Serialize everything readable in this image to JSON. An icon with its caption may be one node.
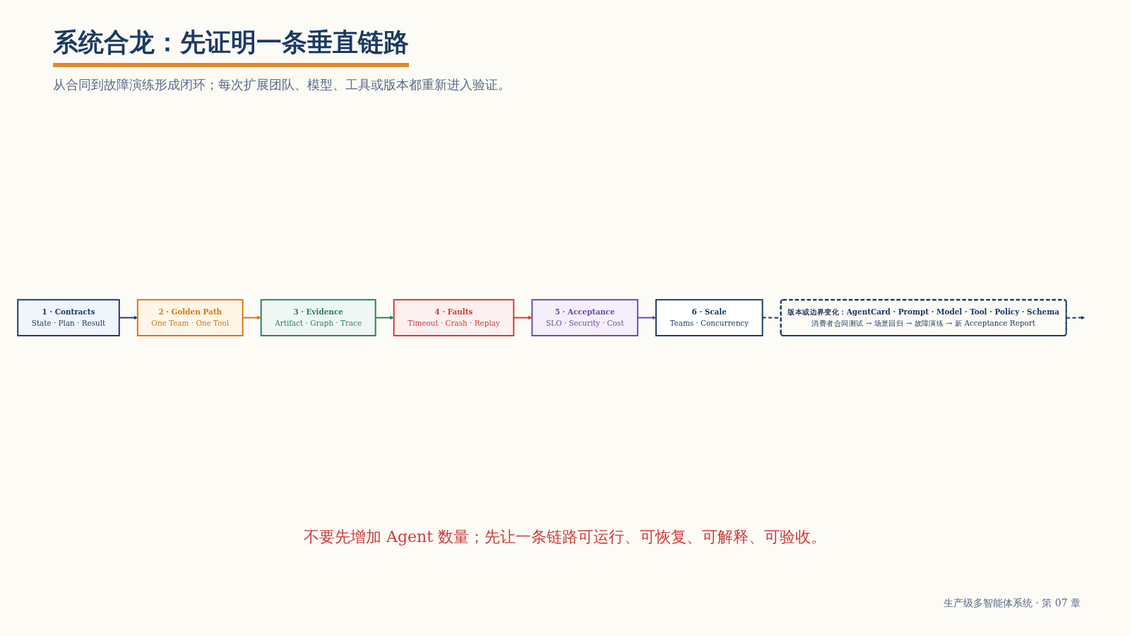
{
  "diagram": {
    "title": "系统合龙：先证明一条垂直链路",
    "caption": "不要先增加 Agent 数量；先让一条链路可运行、可恢复、可解释、可验收。",
    "nodes": [
      {
        "text": [
          "1 · Contracts",
          "State · Plan · Result"
        ]
      },
      {
        "text": [
          "2 · Golden Path",
          "One Team · One Tool"
        ]
      },
      {
        "text": [
          "3 · Evidence",
          "Artifact · Graph · Trace"
        ]
      },
      {
        "text": [
          "4 · Faults",
          "Timeout · Crash · Replay"
        ]
      },
      {
        "text": [
          "5 · Acceptance",
          "SLO · Security · Cost"
        ]
      },
      {
        "text": [
          "6 · Scale",
          "Teams · Concurrency"
        ]
      },
      {
        "text": [
          "版本或边界变化：AgentCard · Prompt · Model · Tool · Policy · Schema",
          "消费者合同测试 → 场景回归 → 故障演练 → 新 Acceptance Report"
        ]
      }
    ],
    "edges": [
      {
        "from": 0,
        "to": 1,
        "arrow": "to"
      },
      {
        "from": 1,
        "to": 2,
        "arrow": "to",
        "color": "#d9770f"
      },
      {
        "from": 2,
        "to": 3,
        "arrow": "to",
        "color": "#2e7d68"
      },
      {
        "from": 3,
        "to": 4,
        "arrow": "to",
        "color": "#cc3b3b"
      },
      {
        "from": 4,
        "to": 5,
        "arrow": "to",
        "color": "#6b4aa8"
      },
      {
        "from": 5,
        "to": 6,
        "arrow": "none",
        "style": "dashed"
      },
      {
        "from": 6,
        "to": null,
        "arrow": "to",
        "style": "dashed"
      }
    ],
    "labels": [
      "从合同到故障演练形成闭环；每次扩展团队、模型、工具或版本都重新进入验证。",
      "生产级多智能体系统 · 第 07 章"
    ]
  }
}
